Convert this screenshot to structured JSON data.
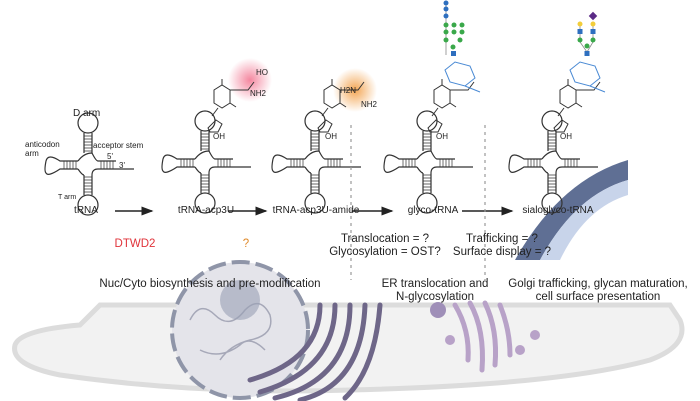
{
  "trna_parts": {
    "d_arm": "D arm",
    "anticodon_arm_line1": "anticodon",
    "anticodon_arm_line2": "arm",
    "acceptor_stem": "acceptor stem",
    "five_prime": "5'",
    "three_prime": "3'",
    "t_arm": "T arm"
  },
  "stages": [
    {
      "label": "tRNA"
    },
    {
      "label": "tRNA-acp3U"
    },
    {
      "label": "tRNA-acp3U-amide"
    },
    {
      "label": "glyco-tRNA"
    },
    {
      "label": "sialoglyco-tRNA"
    }
  ],
  "enzymes": {
    "step1": "DTWD2",
    "step2": "?",
    "step3_line1": "Translocation = ?",
    "step3_line2": "Glycosylation = OST?",
    "step4_line1": "Trafficking = ?",
    "step4_line2": "Surface display = ?"
  },
  "phases": {
    "nuc_cyto": "Nuc/Cyto biosynthesis and pre-modification",
    "er_line1": "ER translocation and",
    "er_line2": "N-glycosylation",
    "golgi_line1": "Golgi trafficking, glycan maturation,",
    "golgi_line2": "cell surface presentation"
  },
  "chem": {
    "oh": "OH",
    "nh2": "NH2",
    "ho": "HO",
    "h2n": "H2N"
  },
  "colors": {
    "dtwd2": "#e0333a",
    "question": "#e08a2a",
    "glycan_blue": "#4a8ad4",
    "mannose_green": "#3aa84a",
    "glcnac_blue": "#2e6fbf",
    "galactose_yellow": "#f2cd3a",
    "sialic_purple": "#5b2a86",
    "membrane": "#5f6f94",
    "organelle_purple": "#8a80a8",
    "cell": "#f2f2f2"
  }
}
